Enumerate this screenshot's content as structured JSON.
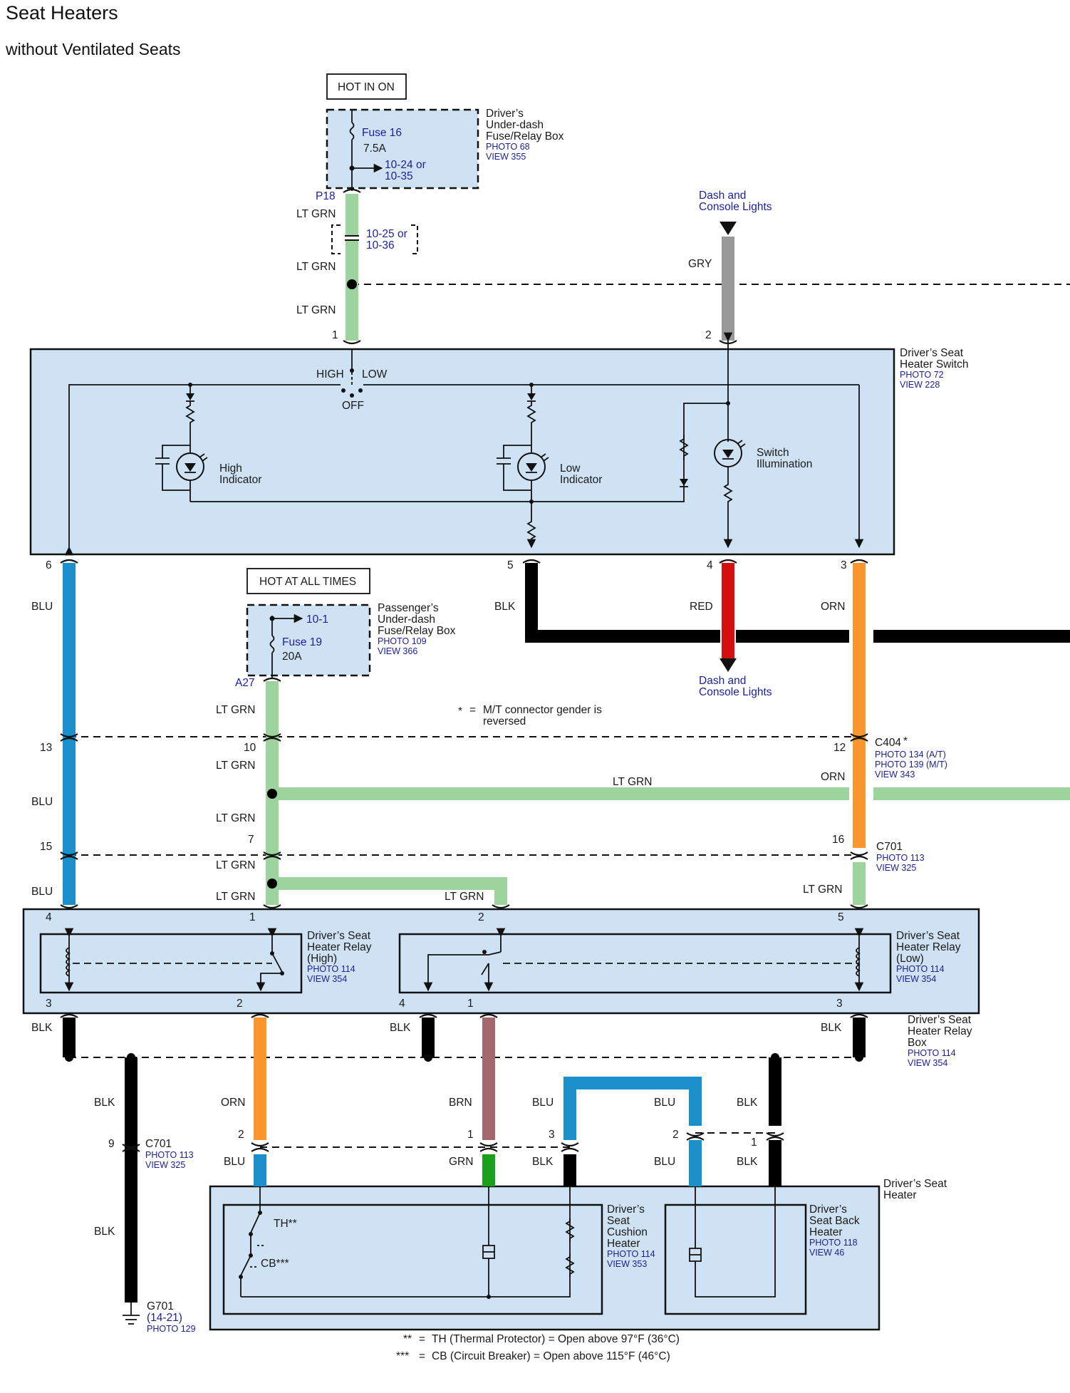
{
  "title": "Seat Heaters",
  "subtitle": "without Ventilated Seats",
  "colors": {
    "lt_grn": "#9dd39d",
    "blu": "#1b8fca",
    "blk": "#000000",
    "red": "#d40f0f",
    "orn": "#f9962e",
    "gry": "#999999",
    "brn": "#a2686c",
    "grn": "#1aa01a",
    "box_fill": "#cfe2f3",
    "link_text": "#1a1f9c"
  },
  "power": {
    "hot_in_on": "HOT IN ON",
    "hot_at_all_times": "HOT AT ALL TIMES"
  },
  "fuse_box_driver": {
    "name": [
      "Driver’s",
      "Under-dash",
      "Fuse/Relay Box"
    ],
    "photo": "PHOTO 68",
    "view": "VIEW 355",
    "fuse": "Fuse 16",
    "rating": "7.5A",
    "ref": [
      "10-24 or",
      "10-35"
    ],
    "pin": "P18"
  },
  "fuse_box_passenger": {
    "name": [
      "Passenger’s",
      "Under-dash",
      "Fuse/Relay Box"
    ],
    "photo": "PHOTO 109",
    "view": "VIEW 366",
    "ref": "10-1",
    "fuse": "Fuse 19",
    "rating": "20A",
    "pin": "A27"
  },
  "wire_labels": {
    "lt_grn": "LT GRN",
    "gry": "GRY",
    "blu": "BLU",
    "blk": "BLK",
    "red": "RED",
    "orn": "ORN",
    "brn": "BRN",
    "grn": "GRN"
  },
  "inline_ref": [
    "10-25 or",
    "10-36"
  ],
  "dash_lights": [
    "Dash and",
    "Console Lights"
  ],
  "switch": {
    "name": [
      "Driver’s Seat",
      "Heater Switch"
    ],
    "photo": "PHOTO 72",
    "view": "VIEW 228",
    "high": "HIGH",
    "low": "LOW",
    "off": "OFF",
    "high_ind": [
      "High",
      "Indicator"
    ],
    "low_ind": [
      "Low",
      "Indicator"
    ],
    "illum": [
      "Switch",
      "Illumination"
    ],
    "pins": {
      "p1": "1",
      "p2": "2",
      "p3": "3",
      "p4": "4",
      "p5": "5",
      "p6": "6"
    }
  },
  "note_mt": [
    "M/T connector gender is",
    "reversed"
  ],
  "note_star": "*",
  "c404": {
    "name": "C404",
    "star": "*",
    "photos": [
      "PHOTO 134 (A/T)",
      "PHOTO 139 (M/T)",
      "VIEW 343"
    ],
    "pins": {
      "p13": "13",
      "p10": "10",
      "p12": "12"
    }
  },
  "c701_top": {
    "name": "C701",
    "photo": "PHOTO 113",
    "view": "VIEW 325",
    "pins": {
      "p15": "15",
      "p7": "7",
      "p16": "16"
    }
  },
  "relay_box": {
    "name": [
      "Driver’s Seat",
      "Heater Relay",
      "Box"
    ],
    "photo": "PHOTO 114",
    "view": "VIEW 354",
    "top_pins": {
      "p4": "4",
      "p1": "1",
      "p2": "2",
      "p5": "5"
    },
    "bottom_pins": {
      "p3": "3",
      "p2": "2",
      "p4": "4",
      "p1": "1",
      "p3b": "3"
    },
    "relay_high": {
      "name": [
        "Driver’s Seat",
        "Heater Relay",
        "(High)"
      ],
      "photo": "PHOTO 114",
      "view": "VIEW 354"
    },
    "relay_low": {
      "name": [
        "Driver’s Seat",
        "Heater Relay",
        "(Low)"
      ],
      "photo": "PHOTO 114",
      "view": "VIEW 354"
    }
  },
  "c701_bottom": {
    "pin": "9",
    "name": "C701",
    "photo": "PHOTO 113",
    "view": "VIEW 325"
  },
  "ground": {
    "name": "G701",
    "ref": "(14-21)",
    "photo": "PHOTO 129"
  },
  "heater_connector_pins": {
    "p2": "2",
    "p1": "1",
    "p3": "3",
    "p2b": "2",
    "p1b": "1"
  },
  "heater": {
    "name": [
      "Driver’s Seat",
      "Heater"
    ],
    "th": "TH**",
    "cb": "CB***",
    "cushion": {
      "name": [
        "Driver’s",
        "Seat",
        "Cushion",
        "Heater"
      ],
      "photo": "PHOTO 114",
      "view": "VIEW 353"
    },
    "back": {
      "name": [
        "Driver’s",
        "Seat Back",
        "Heater"
      ],
      "photo": "PHOTO 118",
      "view": "VIEW 46"
    }
  },
  "footnotes": {
    "n1_mark": "**",
    "n1_eq": "=",
    "n1_text": "TH (Thermal Protector) = Open above 97°F (36°C)",
    "n2_mark": "***",
    "n2_eq": "=",
    "n2_text": "CB (Circuit Breaker) = Open above 115°F (46°C)"
  }
}
